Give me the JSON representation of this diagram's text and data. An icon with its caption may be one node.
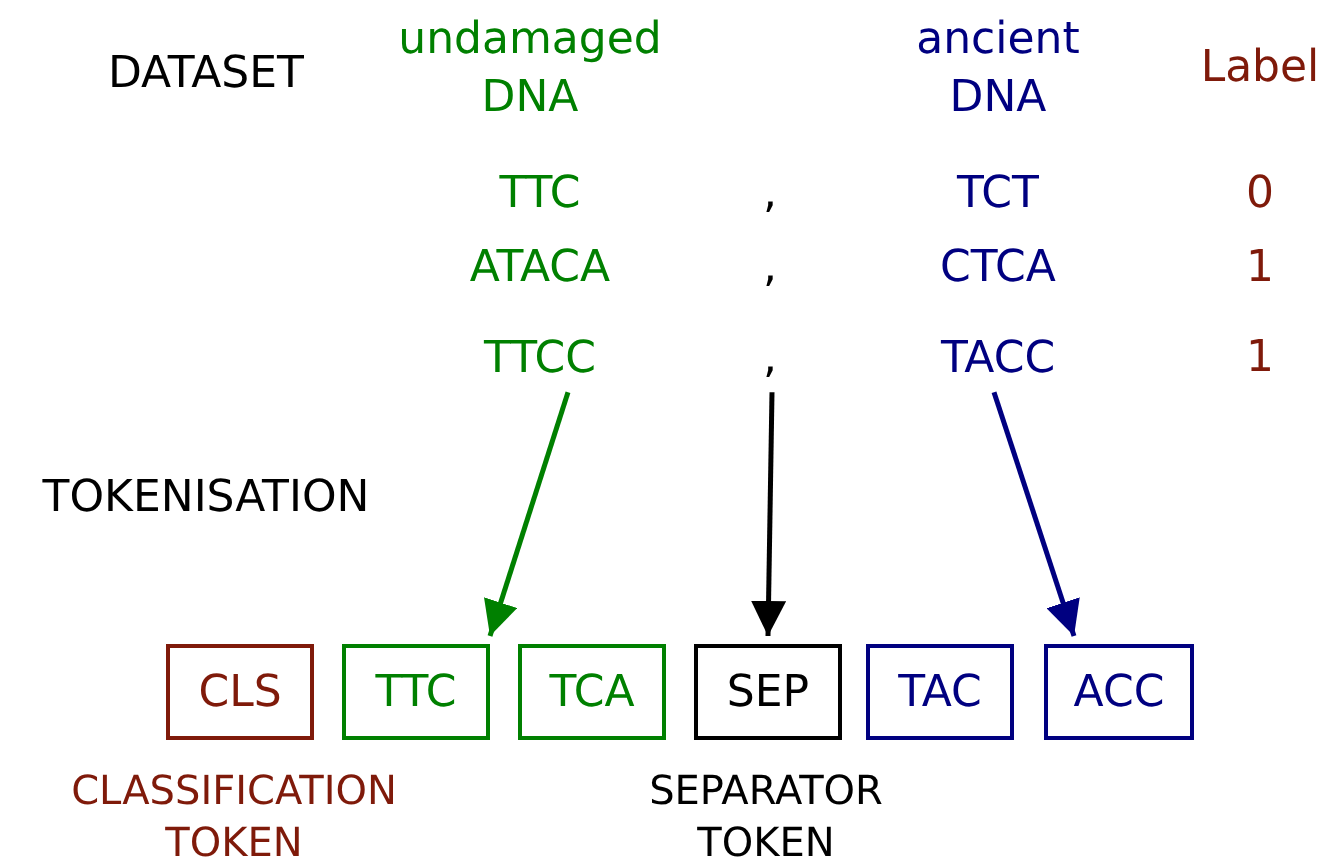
{
  "diagram": {
    "nodes": [
      {
        "text": [
          "TTCC"
        ]
      },
      {
        "text": [
          ","
        ]
      },
      {
        "text": [
          "TACC"
        ]
      },
      {
        "text": [
          "CLS"
        ]
      },
      {
        "text": [
          "TTC"
        ]
      },
      {
        "text": [
          "TCA"
        ]
      },
      {
        "text": [
          "SEP"
        ]
      },
      {
        "text": [
          "TAC"
        ]
      },
      {
        "text": [
          "ACC"
        ]
      }
    ],
    "edges": [
      {
        "from": 0,
        "to": 4,
        "arrow": "to",
        "color": "#008000"
      },
      {
        "from": 1,
        "to": 6,
        "arrow": "to",
        "color": "#000000"
      },
      {
        "from": 2,
        "to": 8,
        "arrow": "to",
        "color": "#000080"
      }
    ],
    "labels": [
      "DATASET",
      "undamaged DNA",
      "ancient DNA",
      "Label",
      "TTC",
      ",",
      "TCT",
      "0",
      "ATACA",
      ",",
      "CTCA",
      "1",
      "1",
      "TOKENISATION",
      "CLASSIFICATION TOKEN",
      "SEPARATOR TOKEN"
    ]
  }
}
